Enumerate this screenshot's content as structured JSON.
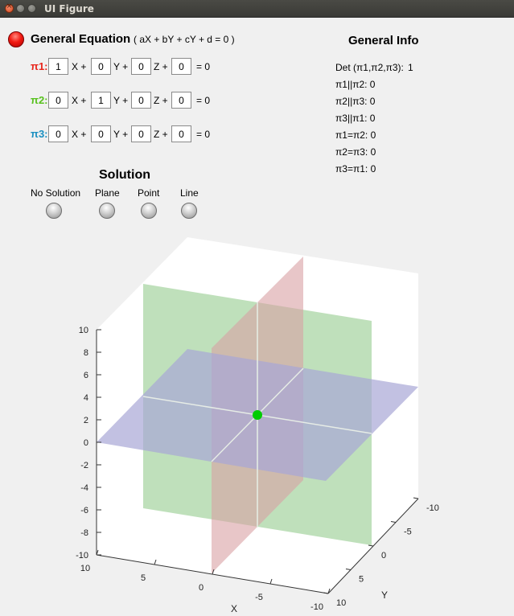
{
  "window": {
    "title": "UI Figure"
  },
  "equation": {
    "title": "General Equation",
    "formula": "( aX + bY + cY + d = 0 )",
    "rows": [
      {
        "label": "π1:",
        "color": "#e8251b",
        "a": "1",
        "b": "0",
        "c": "0",
        "d": "0"
      },
      {
        "label": "π2:",
        "color": "#57c11d",
        "a": "0",
        "b": "1",
        "c": "0",
        "d": "0"
      },
      {
        "label": "π3:",
        "color": "#1a8fc0",
        "a": "0",
        "b": "0",
        "c": "0",
        "d": "0"
      }
    ],
    "x_term": "X +",
    "y_term": "Y +",
    "z_term": "Z +",
    "equals": "= 0"
  },
  "info": {
    "title": "General Info",
    "det_label": "Det (π1,π2,π3):",
    "det_value": "1",
    "lines": [
      "π1||π2: 0",
      "π2||π3: 0",
      "π3||π1: 0",
      "π1=π2: 0",
      "π2=π3: 0",
      "π3=π1: 0"
    ]
  },
  "solution": {
    "title": "Solution",
    "options": [
      "No Solution",
      "Plane",
      "Point",
      "Line"
    ]
  },
  "plot": {
    "z_ticks": [
      "10",
      "8",
      "6",
      "4",
      "2",
      "0",
      "-2",
      "-4",
      "-6",
      "-8",
      "-10"
    ],
    "x_ticks": [
      "10",
      "5",
      "0",
      "-5",
      "-10"
    ],
    "y_ticks": [
      "-10",
      "-5",
      "0",
      "5",
      "10"
    ],
    "xlabel": "X",
    "ylabel": "Y",
    "colors": {
      "plane_x": "#d9a0a4",
      "plane_y": "#a9d6a4",
      "plane_z": "#a8a6d6",
      "point": "#00cc00"
    }
  }
}
